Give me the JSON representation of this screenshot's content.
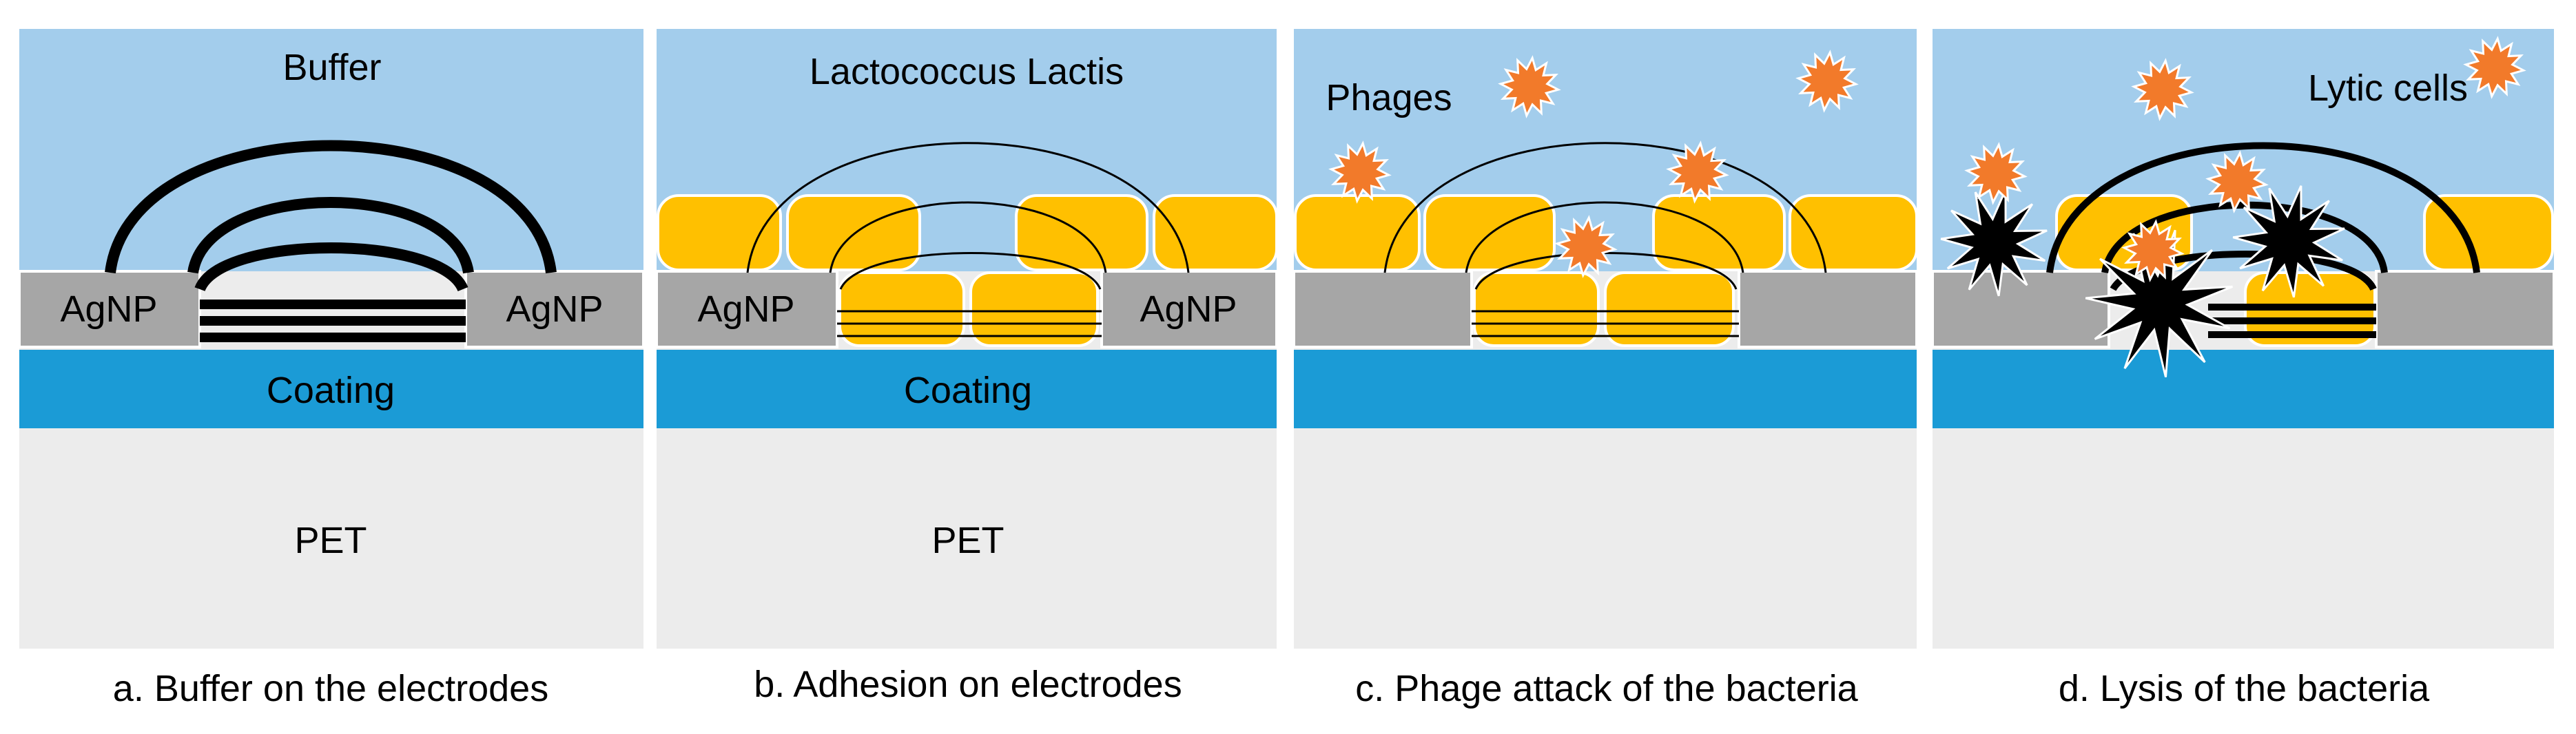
{
  "colors": {
    "buffer": "#a3cdec",
    "agnp": "#a6a6a6",
    "coating": "#1b9bd6",
    "pet": "#ececec",
    "bacteria": "#ffc000",
    "phage": "#f27a2a",
    "lytic": "#000000",
    "field_line": "#000000"
  },
  "panels": [
    {
      "id": "a",
      "caption": "a. Buffer on the electrodes",
      "top_label": "Buffer",
      "agnp_left": "AgNP",
      "agnp_right": "AgNP",
      "coating": "Coating",
      "pet": "PET"
    },
    {
      "id": "b",
      "caption": "b. Adhesion on electrodes",
      "top_label": "Lactococcus Lactis",
      "agnp_left": "AgNP",
      "agnp_right": "AgNP",
      "coating": "Coating",
      "pet": "PET"
    },
    {
      "id": "c",
      "caption": "c. Phage attack of the bacteria",
      "top_label": "Phages"
    },
    {
      "id": "d",
      "caption": "d. Lysis of the bacteria",
      "top_label": "Lytic cells"
    }
  ]
}
